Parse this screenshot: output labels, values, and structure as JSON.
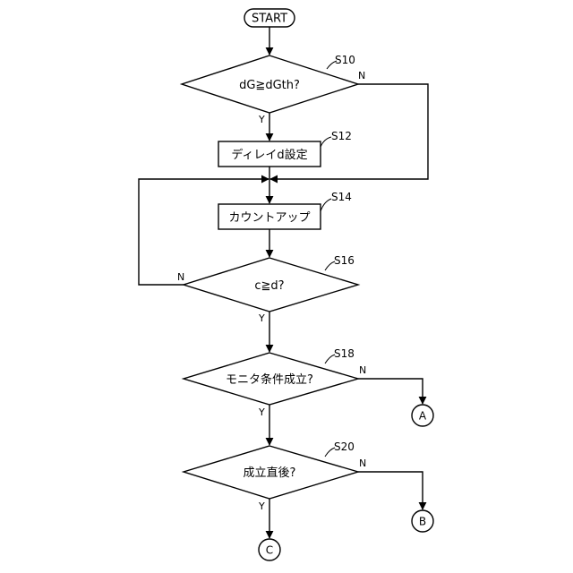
{
  "nodes": {
    "start": "START",
    "s10": {
      "step": "S10",
      "text": "dG≧dGth?"
    },
    "s12": {
      "step": "S12",
      "text": "ディレイd設定"
    },
    "s14": {
      "step": "S14",
      "text": "カウントアップ"
    },
    "s16": {
      "step": "S16",
      "text": "c≧d?"
    },
    "s18": {
      "step": "S18",
      "text": "モニタ条件成立?"
    },
    "s20": {
      "step": "S20",
      "text": "成立直後?"
    }
  },
  "branches": {
    "yes": "Y",
    "no": "N"
  },
  "connectors": {
    "a": "A",
    "b": "B",
    "c": "C"
  }
}
